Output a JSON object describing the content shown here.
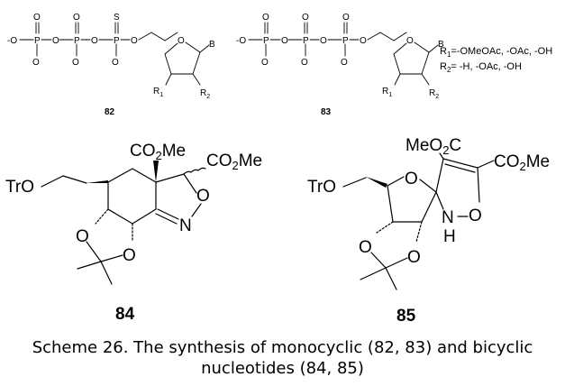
{
  "compounds": {
    "c82": {
      "label": "82",
      "atoms": {
        "o": "O",
        "ominus": "-O",
        "p": "P",
        "s": "S",
        "b": "B",
        "r1": "R1",
        "r2": "R2"
      }
    },
    "c83": {
      "label": "83"
    },
    "c84": {
      "label": "84",
      "tro": "TrO",
      "co2me_a": "CO2Me",
      "co2me_b": "CO2Me",
      "n": "N",
      "o": "O"
    },
    "c85": {
      "label": "85",
      "tro": "TrO",
      "meo2c": "MeO2C",
      "co2me": "CO2Me",
      "nh": "N",
      "h": "H",
      "o": "O"
    }
  },
  "legend": {
    "r1": "R1=-OMeOAc, -OAc, -OH",
    "r2": "R2= -H, -OAc, -OH"
  },
  "caption": {
    "line1": "Scheme 26. The synthesis of monocyclic (82, 83) and bicyclic",
    "line2": "nucleotides (84, 85)"
  }
}
